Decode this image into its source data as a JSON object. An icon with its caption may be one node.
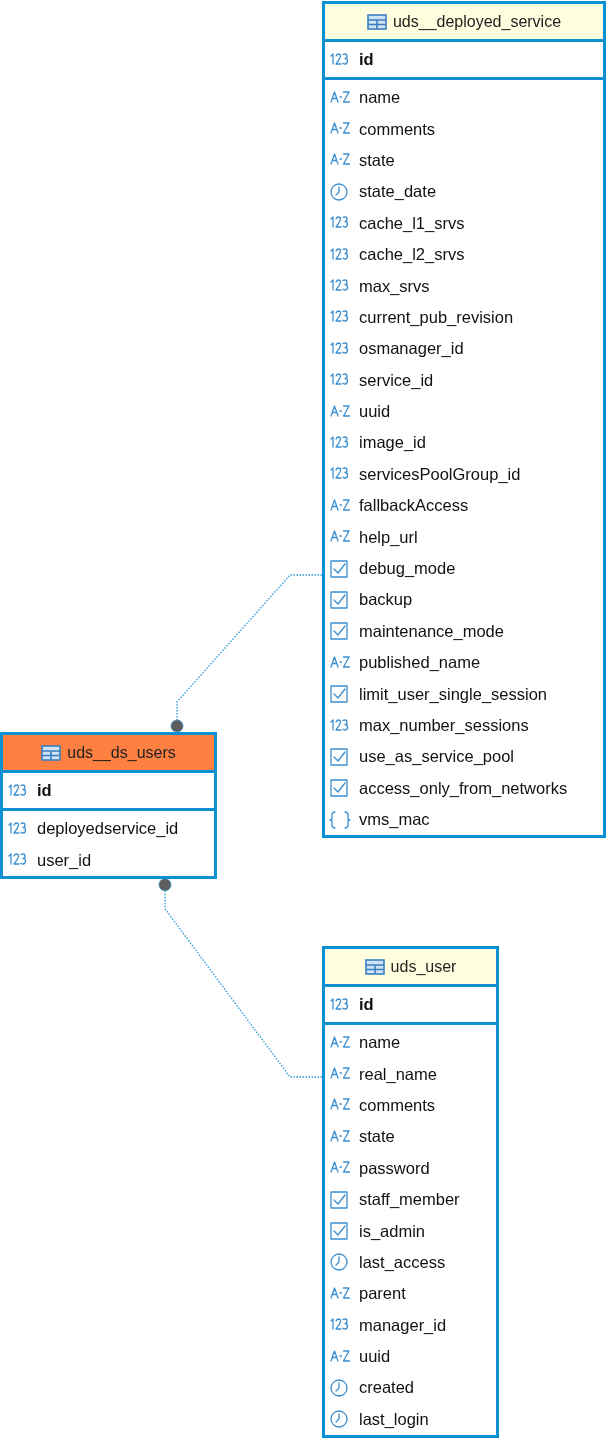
{
  "diagram": {
    "nodes": [
      {
        "text": [
          "uds__deployed_service"
        ]
      },
      {
        "text": [
          "id"
        ],
        "in": 0
      },
      {
        "text": [
          "name"
        ],
        "in": 0
      },
      {
        "text": [
          "comments"
        ],
        "in": 0
      },
      {
        "text": [
          "state"
        ],
        "in": 0
      },
      {
        "text": [
          "state_date"
        ],
        "in": 0
      },
      {
        "text": [
          "cache_l1_srvs"
        ],
        "in": 0
      },
      {
        "text": [
          "cache_l2_srvs"
        ],
        "in": 0
      },
      {
        "text": [
          "max_srvs"
        ],
        "in": 0
      },
      {
        "text": [
          "current_pub_revision"
        ],
        "in": 0
      },
      {
        "text": [
          "osmanager_id"
        ],
        "in": 0
      },
      {
        "text": [
          "service_id"
        ],
        "in": 0
      },
      {
        "text": [
          "uuid"
        ],
        "in": 0
      },
      {
        "text": [
          "image_id"
        ],
        "in": 0
      },
      {
        "text": [
          "servicesPoolGroup_id"
        ],
        "in": 0
      },
      {
        "text": [
          "fallbackAccess"
        ],
        "in": 0
      },
      {
        "text": [
          "help_url"
        ],
        "in": 0
      },
      {
        "text": [
          "debug_mode"
        ],
        "in": 0
      },
      {
        "text": [
          "backup"
        ],
        "in": 0
      },
      {
        "text": [
          "maintenance_mode"
        ],
        "in": 0
      },
      {
        "text": [
          "published_name"
        ],
        "in": 0
      },
      {
        "text": [
          "limit_user_single_session"
        ],
        "in": 0
      },
      {
        "text": [
          "max_number_sessions"
        ],
        "in": 0
      },
      {
        "text": [
          "use_as_service_pool"
        ],
        "in": 0
      },
      {
        "text": [
          "access_only_from_networks"
        ],
        "in": 0
      },
      {
        "text": [
          "vms_mac"
        ],
        "in": 0
      },
      {
        "text": [
          "uds__ds_users"
        ]
      },
      {
        "text": [
          "id"
        ],
        "in": 26
      },
      {
        "text": [
          "deployedservice_id"
        ],
        "in": 26
      },
      {
        "text": [
          "user_id"
        ],
        "in": 26
      },
      {
        "text": [
          "uds_user"
        ]
      },
      {
        "text": [
          "id"
        ],
        "in": 30
      },
      {
        "text": [
          "name"
        ],
        "in": 30
      },
      {
        "text": [
          "real_name"
        ],
        "in": 30
      },
      {
        "text": [
          "comments"
        ],
        "in": 30
      },
      {
        "text": [
          "state"
        ],
        "in": 30
      },
      {
        "text": [
          "password"
        ],
        "in": 30
      },
      {
        "text": [
          "staff_member"
        ],
        "in": 30
      },
      {
        "text": [
          "is_admin"
        ],
        "in": 30
      },
      {
        "text": [
          "last_access"
        ],
        "in": 30
      },
      {
        "text": [
          "parent"
        ],
        "in": 30
      },
      {
        "text": [
          "manager_id"
        ],
        "in": 30
      },
      {
        "text": [
          "uuid"
        ],
        "in": 30
      },
      {
        "text": [
          "created"
        ],
        "in": 30
      },
      {
        "text": [
          "last_login"
        ],
        "in": 30
      }
    ],
    "edges": [
      {
        "from": 0,
        "to": 26,
        "arrow": "other"
      },
      {
        "from": 30,
        "to": 26,
        "arrow": "other"
      }
    ]
  }
}
